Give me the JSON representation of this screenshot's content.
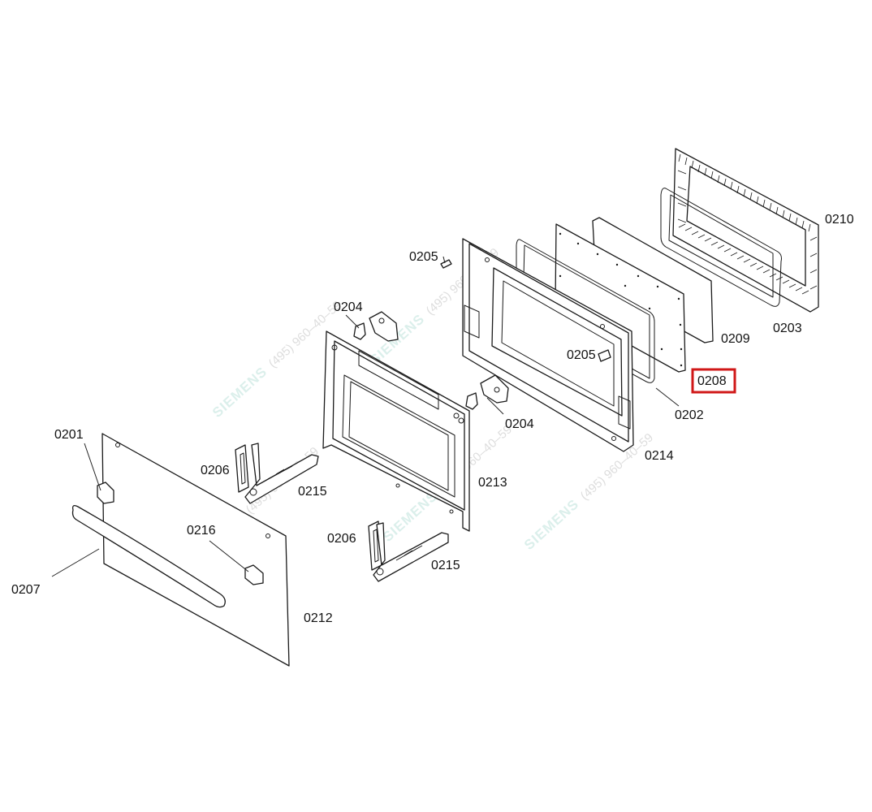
{
  "diagram": {
    "highlighted_part": "0208",
    "highlight_color": "#d01818",
    "watermark_brand": "SIEMENS",
    "watermark_phone": "(495) 960–40–59",
    "parts": [
      {
        "id": "0201",
        "label": "0201"
      },
      {
        "id": "0202",
        "label": "0202"
      },
      {
        "id": "0203",
        "label": "0203"
      },
      {
        "id": "0204a",
        "label": "0204"
      },
      {
        "id": "0204b",
        "label": "0204"
      },
      {
        "id": "0205a",
        "label": "0205"
      },
      {
        "id": "0205b",
        "label": "0205"
      },
      {
        "id": "0206a",
        "label": "0206"
      },
      {
        "id": "0206b",
        "label": "0206"
      },
      {
        "id": "0207",
        "label": "0207"
      },
      {
        "id": "0208",
        "label": "0208"
      },
      {
        "id": "0209",
        "label": "0209"
      },
      {
        "id": "0210",
        "label": "0210"
      },
      {
        "id": "0212",
        "label": "0212"
      },
      {
        "id": "0213",
        "label": "0213"
      },
      {
        "id": "0214",
        "label": "0214"
      },
      {
        "id": "0215a",
        "label": "0215"
      },
      {
        "id": "0215b",
        "label": "0215"
      },
      {
        "id": "0216",
        "label": "0216"
      }
    ]
  }
}
